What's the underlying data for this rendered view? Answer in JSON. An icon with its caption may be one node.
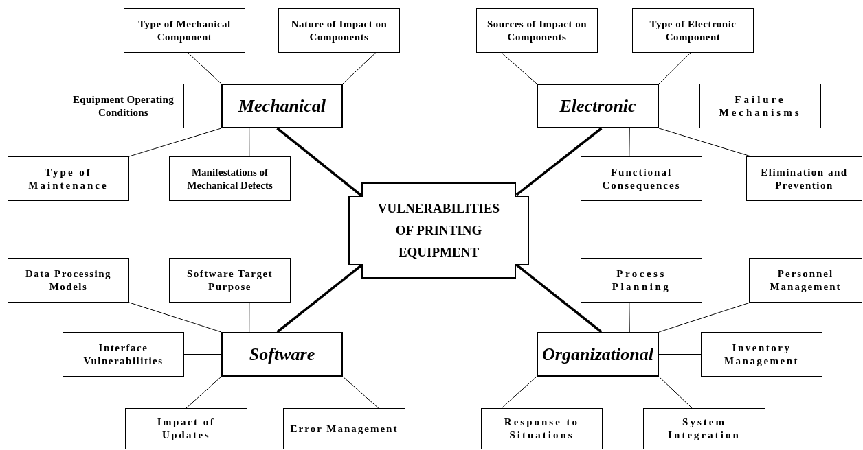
{
  "diagram": {
    "nodes": [
      {
        "text": [
          "Type of Mechanical Component"
        ]
      },
      {
        "text": [
          "Nature of Impact on Components"
        ]
      },
      {
        "text": [
          "Sources of Impact on Components"
        ]
      },
      {
        "text": [
          "Type of Electronic Component"
        ]
      },
      {
        "text": [
          "Equipment Operating Conditions"
        ]
      },
      {
        "text": [
          "Mechanical"
        ]
      },
      {
        "text": [
          "Electronic"
        ]
      },
      {
        "text": [
          "Failure Mechanisms"
        ]
      },
      {
        "text": [
          "Type of Maintenance"
        ]
      },
      {
        "text": [
          "Manifestations of Mechanical Defects"
        ]
      },
      {
        "text": [
          "Functional Consequences"
        ]
      },
      {
        "text": [
          "Elimination and Prevention"
        ]
      },
      {
        "text": [
          "VULNERABILITIES OF PRINTING EQUIPMENT"
        ]
      },
      {
        "text": [
          "Data Processing Models"
        ]
      },
      {
        "text": [
          "Software Target Purpose"
        ]
      },
      {
        "text": [
          "Process Planning"
        ]
      },
      {
        "text": [
          "Personnel Management"
        ]
      },
      {
        "text": [
          "Interface Vulnerabilities"
        ]
      },
      {
        "text": [
          "Software"
        ]
      },
      {
        "text": [
          "Organizational"
        ]
      },
      {
        "text": [
          "Inventory Management"
        ]
      },
      {
        "text": [
          "Impact of Updates"
        ]
      },
      {
        "text": [
          "Error Management"
        ]
      },
      {
        "text": [
          "Response to Situations"
        ]
      },
      {
        "text": [
          "System Integration"
        ]
      }
    ],
    "edges": [
      {
        "from": 12,
        "to": 5,
        "arrow": "none",
        "style": "thick"
      },
      {
        "from": 12,
        "to": 6,
        "arrow": "none",
        "style": "thick"
      },
      {
        "from": 12,
        "to": 18,
        "arrow": "none",
        "style": "thick"
      },
      {
        "from": 12,
        "to": 19,
        "arrow": "none",
        "style": "thick"
      },
      {
        "from": 5,
        "to": 0,
        "arrow": "none"
      },
      {
        "from": 5,
        "to": 1,
        "arrow": "none"
      },
      {
        "from": 5,
        "to": 4,
        "arrow": "none"
      },
      {
        "from": 5,
        "to": 8,
        "arrow": "none"
      },
      {
        "from": 5,
        "to": 9,
        "arrow": "none"
      },
      {
        "from": 6,
        "to": 2,
        "arrow": "none"
      },
      {
        "from": 6,
        "to": 3,
        "arrow": "none"
      },
      {
        "from": 6,
        "to": 7,
        "arrow": "none"
      },
      {
        "from": 6,
        "to": 10,
        "arrow": "none"
      },
      {
        "from": 6,
        "to": 11,
        "arrow": "none"
      },
      {
        "from": 18,
        "to": 13,
        "arrow": "none"
      },
      {
        "from": 18,
        "to": 14,
        "arrow": "none"
      },
      {
        "from": 18,
        "to": 17,
        "arrow": "none"
      },
      {
        "from": 18,
        "to": 21,
        "arrow": "none"
      },
      {
        "from": 18,
        "to": 22,
        "arrow": "none"
      },
      {
        "from": 19,
        "to": 15,
        "arrow": "none"
      },
      {
        "from": 19,
        "to": 16,
        "arrow": "none"
      },
      {
        "from": 19,
        "to": 20,
        "arrow": "none"
      },
      {
        "from": 19,
        "to": 23,
        "arrow": "none"
      },
      {
        "from": 19,
        "to": 24,
        "arrow": "none"
      }
    ]
  }
}
